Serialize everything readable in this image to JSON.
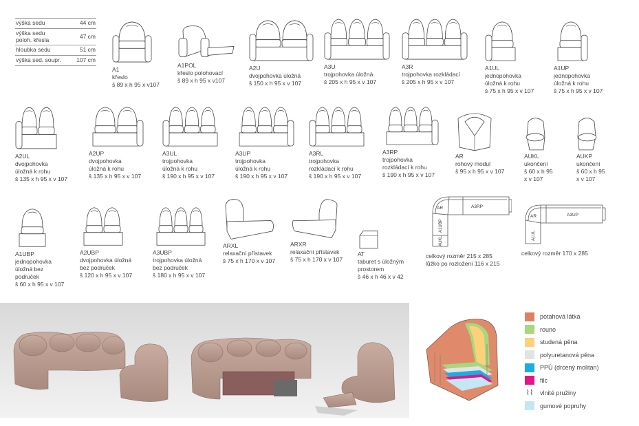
{
  "specs": [
    {
      "label": "výška sedu",
      "value": "44 cm"
    },
    {
      "label": "výška sedu\npoloh. křesla",
      "value": "47 cm"
    },
    {
      "label": "hloubka sedu",
      "value": "51 cm"
    },
    {
      "label": "výška sed. soupr.",
      "value": "107 cm"
    }
  ],
  "items": [
    {
      "code": "A1",
      "desc": "křeslo",
      "dim": "š 89 x h 95 x v107"
    },
    {
      "code": "A1POL",
      "desc": "křeslo polohovací",
      "dim": "š 89 x h 95 x v107"
    },
    {
      "code": "A2U",
      "desc": "dvojpohovka úložná",
      "dim": "š 150 x h 95 x v 107"
    },
    {
      "code": "A3U",
      "desc": "trojpohovka úložná",
      "dim": "š 205 x h 95 x v 107"
    },
    {
      "code": "A3R",
      "desc": "trojpohovka rozkládací",
      "dim": "š 205 x h 95 x v 107"
    },
    {
      "code": "A1UL",
      "desc": "jednopohovka\núložná k rohu",
      "dim": "š 75 x h 95 x v 107"
    },
    {
      "code": "A1UP",
      "desc": "jednopohovka\núložná k rohu",
      "dim": "š 75 x h 95 x v 107"
    },
    {
      "code": "A2UL",
      "desc": "dvojpohovka\núložná k rohu",
      "dim": "š 135 x h 95 x v 107"
    },
    {
      "code": "A2UP",
      "desc": "dvojpohovka\núložná k rohu",
      "dim": "š 135 x h 95 x v 107"
    },
    {
      "code": "A3UL",
      "desc": "trojpohovka\núložná k rohu",
      "dim": "š 190 x h 95 x v 107"
    },
    {
      "code": "A3UP",
      "desc": "trojpohovka\núložná k rohu",
      "dim": "š 190 x h 95 x v 107"
    },
    {
      "code": "A3RL",
      "desc": "trojpohovka\nrozkládací k rohu",
      "dim": "š 190 x h 95 x v 107"
    },
    {
      "code": "A3RP",
      "desc": "trojpohovka\nrozkládací k rohu",
      "dim": "š 190 x h 95 x v 107"
    },
    {
      "code": "AR",
      "desc": "rohový modul",
      "dim": "š 95 x h 95 x v 107"
    },
    {
      "code": "AUKL",
      "desc": "ukončení",
      "dim": "š 60 x h 95\nx v 107"
    },
    {
      "code": "AUKP",
      "desc": "ukončení",
      "dim": "š 60 x h 95\nx v 107"
    },
    {
      "code": "A1UBP",
      "desc": "jednopohovka\núložná bez\npodruček",
      "dim": "š 60 x h 95 x v 107"
    },
    {
      "code": "A2UBP",
      "desc": "dvojpohovka úložná\nbez područek",
      "dim": "š 120 x h 95 x v 107"
    },
    {
      "code": "A3UBP",
      "desc": "trojpohovka úložná\nbez područek",
      "dim": "š 180 x h 95 x v 107"
    },
    {
      "code": "ARXL",
      "desc": "relaxační přístavek",
      "dim": "š 75 x h 170 x v 107"
    },
    {
      "code": "ARXR",
      "desc": "relaxační přístavek",
      "dim": "š 75 x h 170 x v 107"
    },
    {
      "code": "AT",
      "desc": "taburet  s úložným\nprostorem",
      "dim": "š 46 x h 46 x v 42"
    }
  ],
  "plans": [
    {
      "labels": [
        "AR",
        "A3RP",
        "A1UBP",
        "AUKL"
      ],
      "caption": "celkový rozměr 215 x 285\nlůžko po rozložení 116 x 215"
    },
    {
      "labels": [
        "AR",
        "A3UP",
        "A1UL"
      ],
      "caption": "celkový rozměr 170 x 285"
    }
  ],
  "legend": [
    {
      "label": "potahová látka",
      "color": "#e07f63"
    },
    {
      "label": "rouno",
      "color": "#a8d77c"
    },
    {
      "label": "studená pěna",
      "color": "#fbd27a"
    },
    {
      "label": "polyuretanová pěna",
      "color": "#e3e3e3"
    },
    {
      "label": "PPÚ (drcený molitan)",
      "color": "#1aaee0"
    },
    {
      "label": "filc",
      "color": "#e4148a"
    },
    {
      "label": "vlnité pružiny",
      "icon": "spring-icon"
    },
    {
      "label": "gumové popruhy",
      "color": "#c4e6f5"
    }
  ]
}
